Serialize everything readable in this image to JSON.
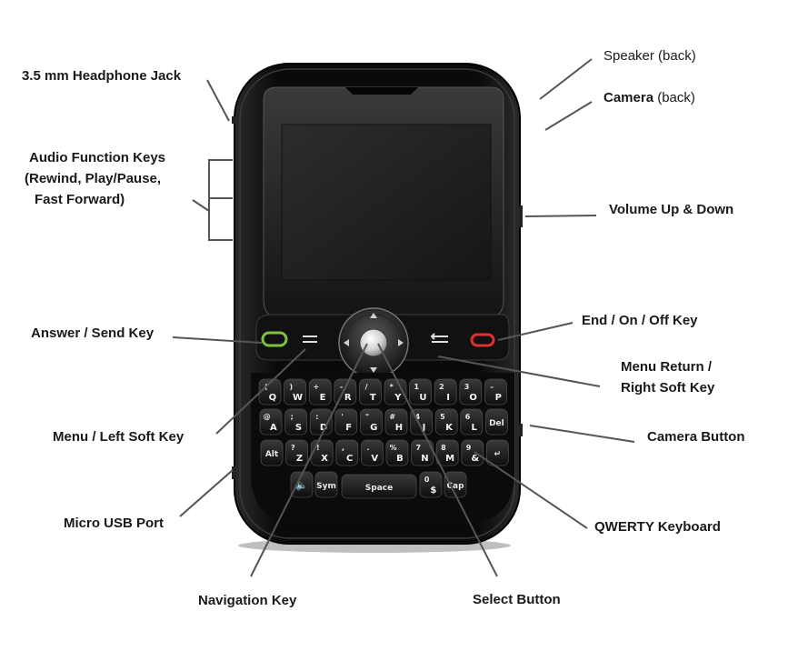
{
  "callouts": {
    "headphone_jack": "3.5 mm Headphone Jack",
    "audio_keys_line1": "Audio Function Keys",
    "audio_keys_line2": "(Rewind, Play/Pause,",
    "audio_keys_line3": "Fast Forward)",
    "answer_send": "Answer / Send Key",
    "menu_left_soft": "Menu  /  Left Soft Key",
    "micro_usb": "Micro USB Port",
    "navigation_key": "Navigation Key",
    "select_button": "Select Button",
    "speaker": "Speaker",
    "speaker_note": "(back)",
    "camera": "Camera",
    "camera_note": "(back)",
    "volume": "Volume Up & Down",
    "end_on_off": "End / On / Off Key",
    "menu_return_line1": "Menu Return /",
    "menu_return_line2": "Right Soft Key",
    "camera_button": "Camera Button",
    "qwerty": "QWERTY Keyboard"
  },
  "keyboard": {
    "row1": [
      [
        "(",
        "Q"
      ],
      [
        ")",
        "W"
      ],
      [
        "+",
        "E"
      ],
      [
        "-",
        "R"
      ],
      [
        "/",
        "T"
      ],
      [
        "*",
        "Y"
      ],
      [
        "1",
        "U"
      ],
      [
        "2",
        "I"
      ],
      [
        "3",
        "O"
      ],
      [
        "–",
        "P"
      ]
    ],
    "row2": [
      [
        "@",
        "A"
      ],
      [
        ";",
        "S"
      ],
      [
        ":",
        "D"
      ],
      [
        "'",
        "F"
      ],
      [
        "\"",
        "G"
      ],
      [
        "#",
        "H"
      ],
      [
        "4",
        "J"
      ],
      [
        "5",
        "K"
      ],
      [
        "6",
        "L"
      ],
      [
        "Del",
        ""
      ]
    ],
    "row3": [
      [
        "Alt",
        ""
      ],
      [
        "?",
        "Z"
      ],
      [
        "!",
        "X"
      ],
      [
        ",",
        "C"
      ],
      [
        ".",
        "V"
      ],
      [
        "%",
        "B"
      ],
      [
        "7",
        "N"
      ],
      [
        "8",
        "M"
      ],
      [
        "9",
        "&"
      ],
      [
        "↵",
        ""
      ]
    ],
    "row4_sym": "Sym",
    "row4_space": "Space",
    "row4_zero": "0",
    "row4_dollar": "$",
    "row4_cap": "Cap"
  },
  "icons": {
    "left_soft": "menu-lines-icon",
    "right_soft": "return-arrow-icon",
    "send": "green-handset-icon",
    "end": "red-handset-icon",
    "speaker_key": "speaker-icon"
  },
  "colors": {
    "send_green": "#7fc241",
    "end_red": "#e03030",
    "body": "#0d0d0d",
    "leader": "#555555"
  }
}
